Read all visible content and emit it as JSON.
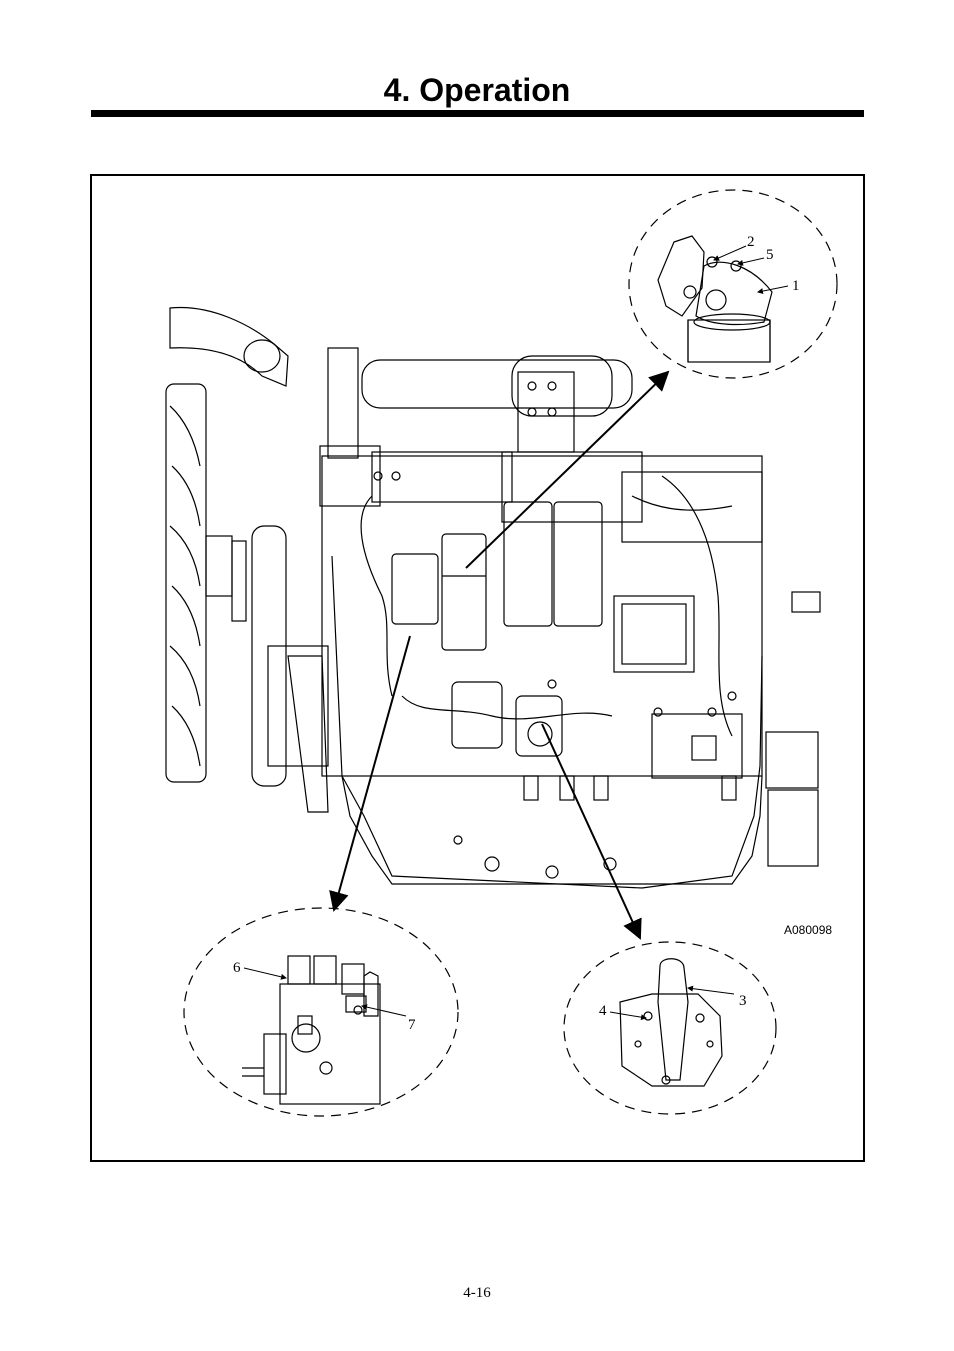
{
  "header": {
    "title": "4. Operation"
  },
  "figure": {
    "code": "A080098",
    "callouts": {
      "top_right": [
        "2",
        "5",
        "1"
      ],
      "bottom_left": [
        "6",
        "7"
      ],
      "bottom_right": [
        "3",
        "4"
      ]
    }
  },
  "footer": {
    "page_number": "4-16"
  }
}
